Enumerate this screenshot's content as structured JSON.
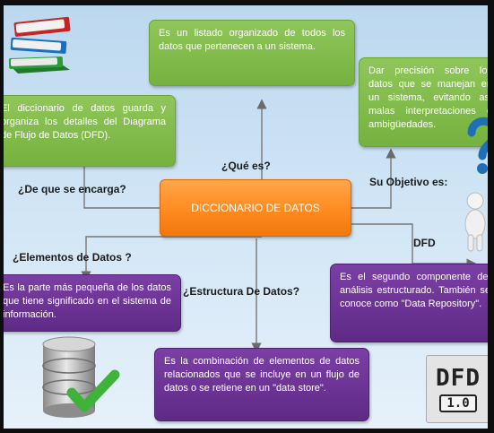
{
  "center": {
    "label": "DICCIONARIO DE DATOS"
  },
  "nodes": {
    "que_es": "Es un listado organizado de todos los datos que pertenecen a un sistema.",
    "encarga": "El diccionario de datos guarda y organiza los detalles del Diagrama de Flujo de Datos (DFD).",
    "objetivo": "Dar precisión sobre los datos que se manejan en un sistema, evitando así malas interpretaciones o ambigüedades.",
    "elementos": "Es la parte más pequeña de los datos que tiene significado en el sistema de información.",
    "dfd": "Es el segundo componente del análisis estructurado. También se conoce como \"Data Repository\".",
    "estructura": "Es la combinación de elementos de datos relacionados que se incluye en un flujo de datos o se retiene en un \"data store\"."
  },
  "labels": {
    "que_es": "¿Qué   es?",
    "encarga": "¿De que se encarga?",
    "objetivo": "Su Objetivo es:",
    "elementos": "¿Elementos  de Datos ?",
    "estructura": "¿Estructura De Datos?",
    "dfd": "DFD"
  },
  "logo": {
    "line1": "DFD",
    "line2": "1.0"
  },
  "colors": {
    "center": "#ff8c1a",
    "green_box": "#7fbb48",
    "purple_box": "#6a2f93",
    "background": "#cfe3f3"
  },
  "icons": [
    "books-icon",
    "question-mark-icon",
    "thinking-person-icon",
    "database-check-icon",
    "dfd-logo"
  ]
}
